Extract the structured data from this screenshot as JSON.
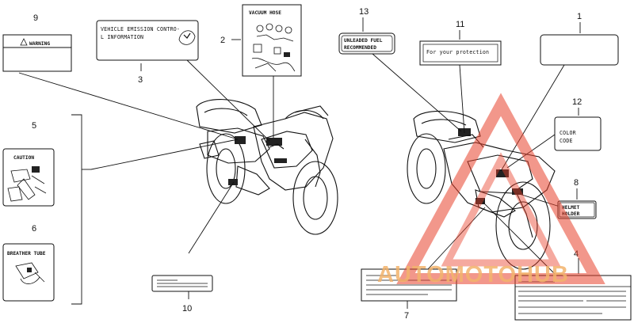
{
  "parts": {
    "p1": {
      "number": "1"
    },
    "p2": {
      "number": "2",
      "label": "VACUUM HOSE"
    },
    "p3": {
      "number": "3",
      "line1": "VEHICLE EMISSION CONTRO-",
      "line2": "L INFORMATION"
    },
    "p4": {
      "number": "4"
    },
    "p5": {
      "number": "5",
      "label": "CAUTION"
    },
    "p6": {
      "number": "6",
      "label": "BREATHER TUBE"
    },
    "p7": {
      "number": "7"
    },
    "p8": {
      "number": "8",
      "line1": "HELMET",
      "line2": "HOLDER"
    },
    "p9": {
      "number": "9",
      "label": "WARNING"
    },
    "p10": {
      "number": "10"
    },
    "p11": {
      "number": "11",
      "label": "For your protection"
    },
    "p12": {
      "number": "12",
      "line1": "COLOR",
      "line2": "CODE"
    },
    "p13": {
      "number": "13",
      "line1": "UNLEADED FUEL",
      "line2": "RECOMMENDED"
    }
  },
  "watermark": {
    "text": "AUTOMOTOHUB",
    "color": "#e8412b",
    "text_color": "#f2b36b"
  }
}
